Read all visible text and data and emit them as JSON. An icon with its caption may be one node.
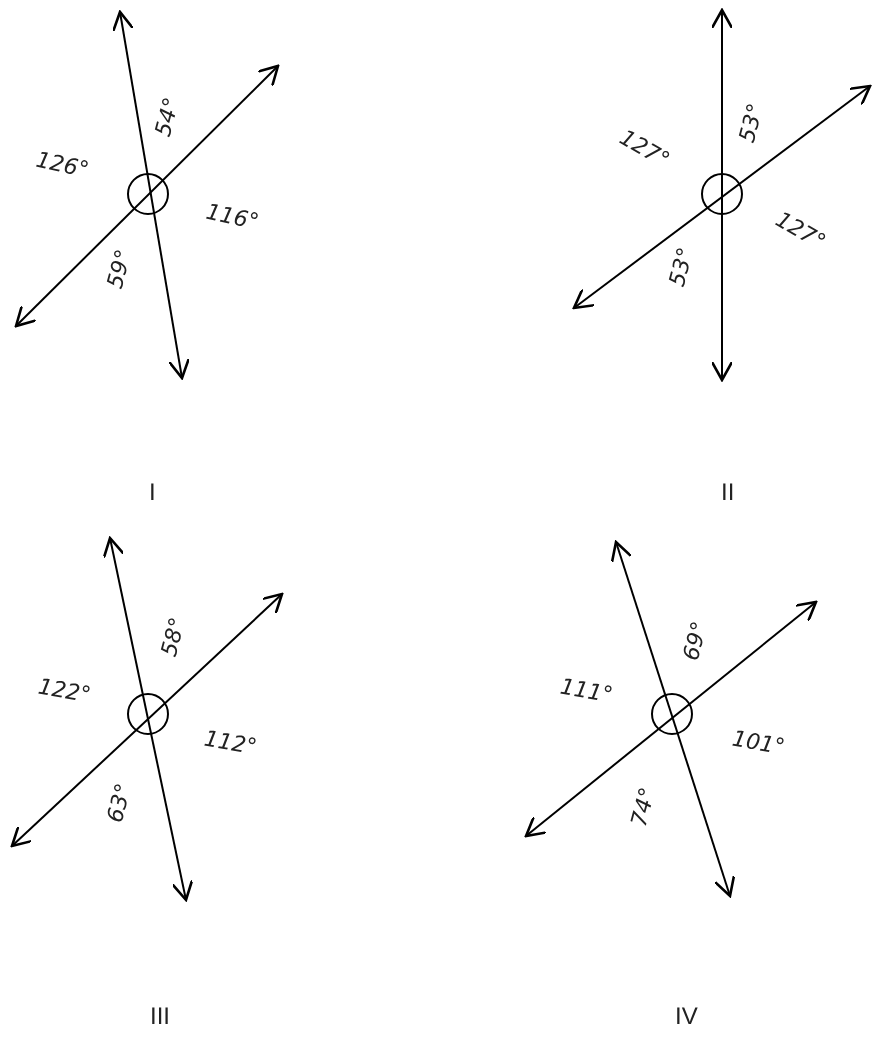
{
  "diagram": {
    "labels": [
      "54°",
      "126°",
      "116°",
      "59°",
      "127°",
      "53°",
      "127°",
      "53°",
      "I",
      "II",
      "58°",
      "122°",
      "112°",
      "63°",
      "111°",
      "69°",
      "101°",
      "74°",
      "III",
      "IV"
    ]
  }
}
